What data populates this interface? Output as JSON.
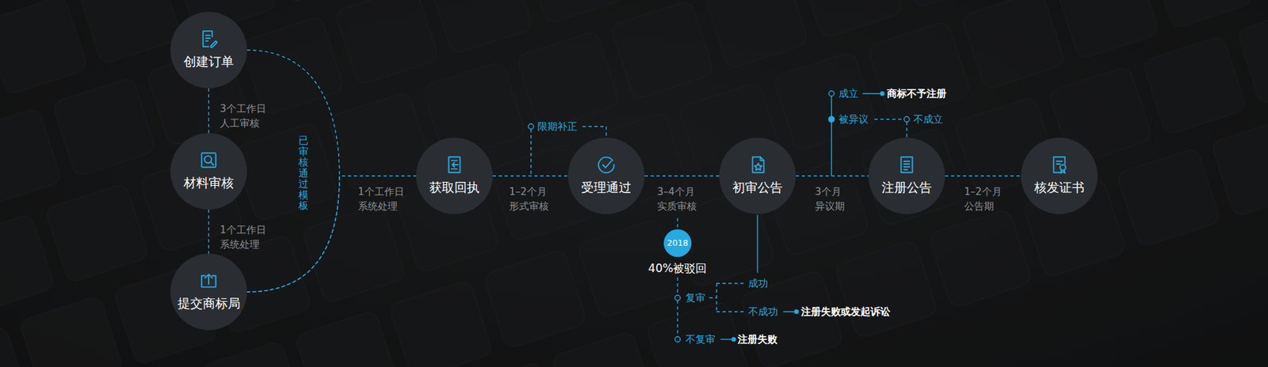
{
  "diagram": {
    "nodes": [
      {
        "text": [
          "创建订单"
        ]
      },
      {
        "text": [
          "材料审核"
        ]
      },
      {
        "text": [
          "提交商标局"
        ]
      },
      {
        "text": [
          "获取回执"
        ]
      },
      {
        "text": [
          "受理通过"
        ]
      },
      {
        "text": [
          "初审公告"
        ]
      },
      {
        "text": [
          "注册公告"
        ]
      },
      {
        "text": [
          "核发证书"
        ]
      },
      {
        "text": [
          "2018",
          "40%被驳回"
        ]
      }
    ],
    "edges": [
      {
        "from": 0,
        "to": 1,
        "label": "3个工作日 人工审核",
        "arrow": "none"
      },
      {
        "from": 1,
        "to": 2,
        "label": "1个工作日 系统处理",
        "arrow": "none"
      },
      {
        "from": 0,
        "to": 2,
        "label": "已审核通过模板",
        "arrow": "none"
      },
      {
        "from": 2,
        "to": 3,
        "label": "1个工作日 系统处理",
        "arrow": "none"
      },
      {
        "from": 3,
        "to": 4,
        "label": "1–2个月 形式审核",
        "arrow": "none"
      },
      {
        "from": 4,
        "to": 5,
        "label": "3–4个月 实质审核",
        "arrow": "none"
      },
      {
        "from": 5,
        "to": 6,
        "label": "3个月 异议期",
        "arrow": "none"
      },
      {
        "from": 6,
        "to": 7,
        "label": "1–2个月 公告期",
        "arrow": "none"
      }
    ],
    "labels": [
      "限期补正",
      "成立",
      "商标不予注册",
      "被异议",
      "不成立",
      "复审",
      "成功",
      "不成功",
      "注册失败或发起诉讼",
      "不复审",
      "注册失败"
    ]
  }
}
